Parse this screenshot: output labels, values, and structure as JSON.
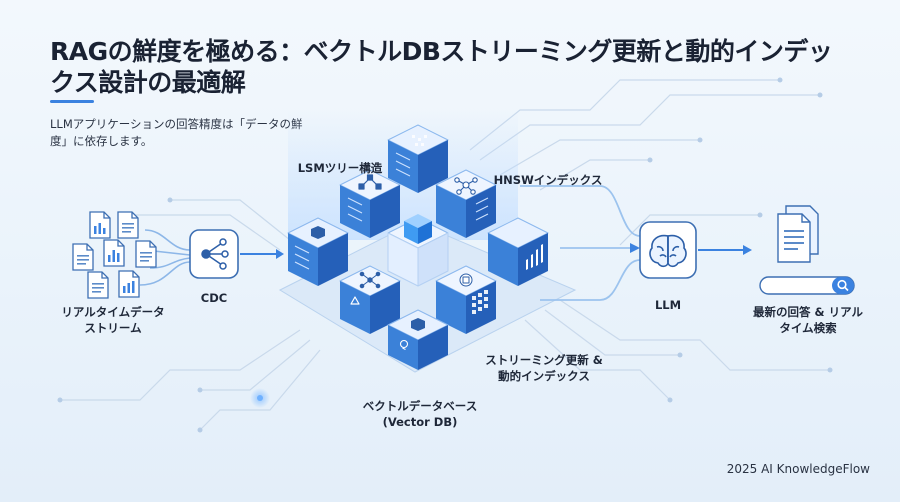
{
  "title": "RAGの鮮度を極める：ベクトルDBストリーミング更新と動的インデックス設計の最適解",
  "subtitle": "LLMアプリケーションの回答精度は「データの鮮度」に依存します。",
  "labels": {
    "realtime_stream": "リアルタイムデータストリーム",
    "cdc": "CDC",
    "lsm": "LSMツリー構造",
    "hnsw": "HNSWインデックス",
    "streaming_update": "ストリーミング更新 & 動的インデックス",
    "vector_db_line1": "ベクトルデータベース",
    "vector_db_line2": "(Vector DB)",
    "llm": "LLM",
    "result": "最新の回答 & リアルタイム検索"
  },
  "footer": "2025 AI KnowledgeFlow",
  "colors": {
    "accent": "#3b82e0",
    "cube_top": "#eaf3ff",
    "cube_front": "#3a7fd8",
    "cube_side": "#235fb8",
    "circuit": "#c6d7ea"
  },
  "icons": [
    "document-icon",
    "hub-icon",
    "cube-icon",
    "tree-icon",
    "network-icon",
    "chart-icon",
    "grid-icon",
    "lightbulb-icon",
    "brain-icon",
    "search-icon"
  ]
}
